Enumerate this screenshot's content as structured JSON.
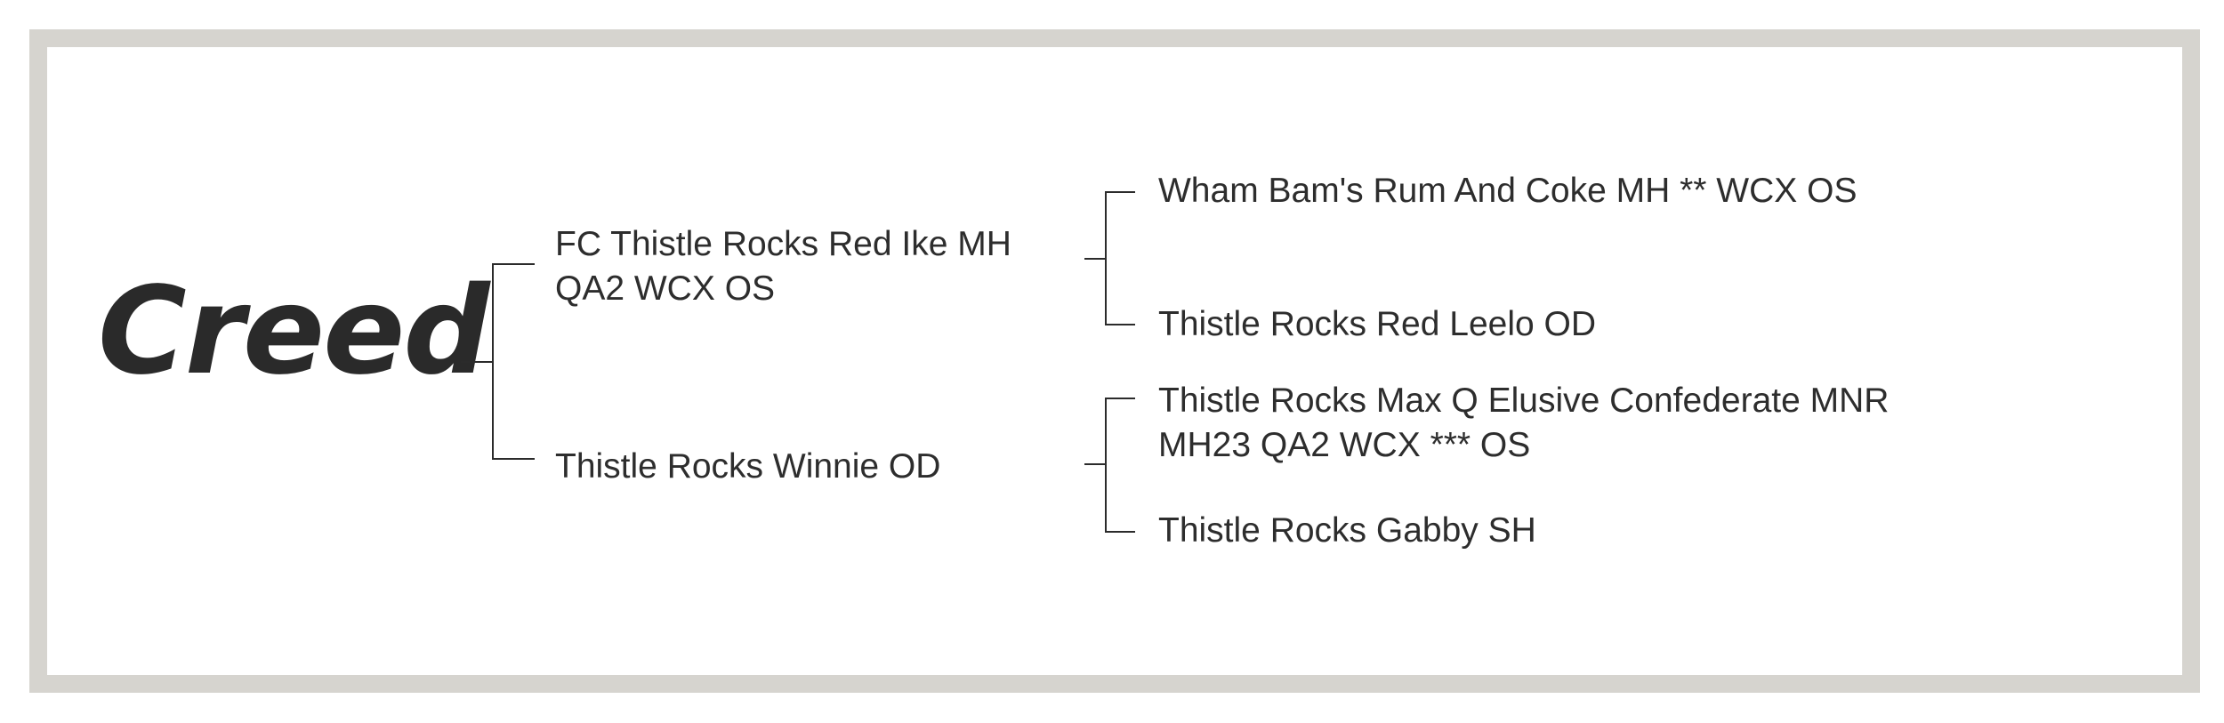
{
  "pedigree": {
    "dog": {
      "name": "Creed"
    },
    "sire": {
      "line1": "FC Thistle Rocks Red Ike MH",
      "line2": "QA2 WCX OS",
      "sire": "Wham Bam's Rum And Coke MH ** WCX OS",
      "dam": "Thistle Rocks Red Leelo OD"
    },
    "dam": {
      "line1": "Thistle Rocks Winnie OD",
      "sire_line1": "Thistle Rocks Max Q Elusive Confederate MNR",
      "sire_line2": "MH23 QA2 WCX *** OS",
      "dam": "Thistle Rocks Gabby SH"
    }
  },
  "colors": {
    "frame": "#d6d4cf",
    "text": "#2b2b2b",
    "background": "#ffffff"
  }
}
